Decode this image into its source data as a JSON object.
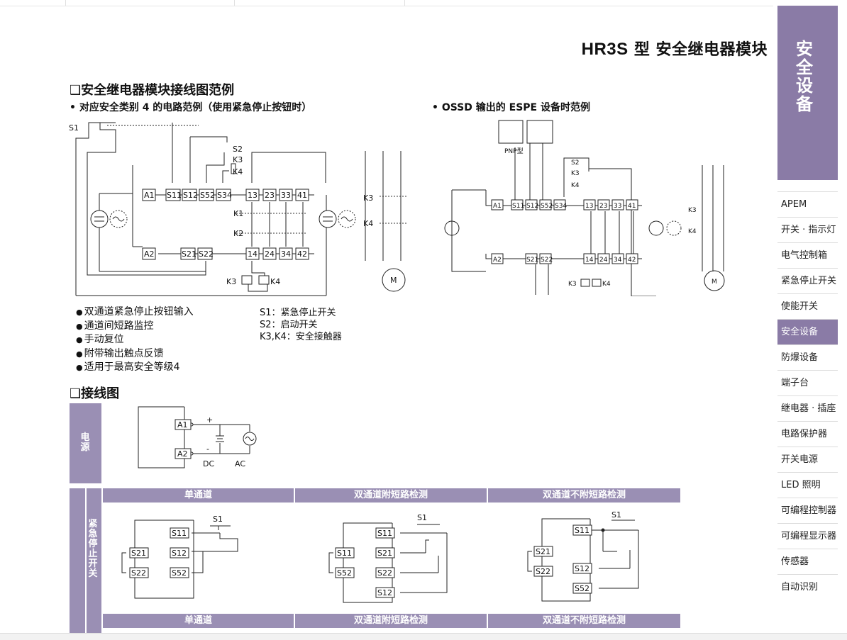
{
  "header": {
    "model": "HR3S",
    "title_rest": " 型 安全继电器模块"
  },
  "sidebar": {
    "tab_title": "安全设备",
    "items": [
      "APEM",
      "开关 · 指示灯",
      "电气控制箱",
      "紧急停止开关",
      "使能开关",
      "安全设备",
      "防爆设备",
      "端子台",
      "继电器 · 插座",
      "电路保护器",
      "开关电源",
      "LED 照明",
      "可编程控制器",
      "可编程显示器",
      "传感器",
      "自动识别"
    ],
    "active_index": 5
  },
  "section1": {
    "heading": "❑安全继电器模块接线图范例",
    "sub_left": "• 对应安全类别 4 的电路范例（使用紧急停止按钮时）",
    "sub_right": "• OSSD 输出的 ESPE 设备时范例"
  },
  "features": [
    "双通道紧急停止按钮输入",
    "通道间短路监控",
    "手动复位",
    "附带输出触点反馈",
    "适用于最高安全等级4"
  ],
  "legend": [
    "S1：紧急停止开关",
    "S2：启动开关",
    "K3,K4：安全接触器"
  ],
  "section2": {
    "heading": "❑接线图"
  },
  "power_row": {
    "label": "电源",
    "dc": "DC",
    "ac": "AC",
    "plus": "+",
    "minus": "-"
  },
  "estop_row": {
    "label": "紧急停止开关"
  },
  "columns": [
    "单通道",
    "双通道附短路检测",
    "双通道不附短路检测"
  ],
  "diagram_labels": {
    "s1": "S1",
    "s2": "S2",
    "k3": "K3",
    "k4": "K4",
    "k1": "K1",
    "k2": "K2",
    "m": "M",
    "pnp": "PNP型",
    "terminals_top": [
      "A1",
      "S11",
      "S12",
      "S52",
      "S34",
      "13",
      "23",
      "33",
      "41"
    ],
    "terminals_bottom": [
      "A2",
      "S21",
      "S22",
      "14",
      "24",
      "34",
      "42"
    ],
    "a1": "A1",
    "a2": "A2",
    "s11": "S11",
    "s12": "S12",
    "s21": "S21",
    "s22": "S22",
    "s52": "S52"
  }
}
